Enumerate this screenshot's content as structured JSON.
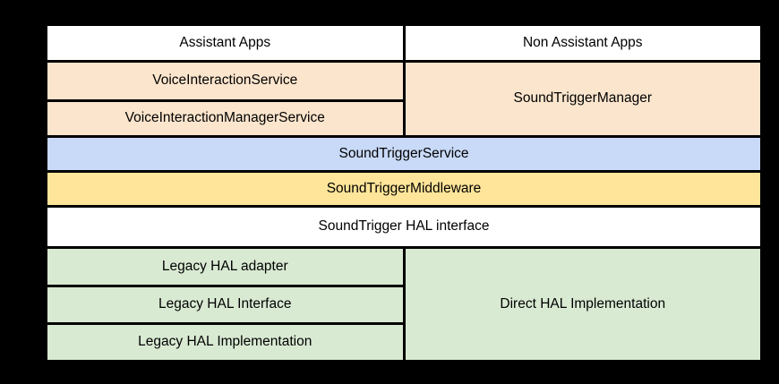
{
  "colors": {
    "background": "#000000",
    "grid_line": "#000000",
    "text": "#000000",
    "apps_layer": "#ffffff",
    "framework_layer": "#fce5cd",
    "service_layer": "#c9daf8",
    "middleware_layer": "#ffe599",
    "hal_interface_layer": "#ffffff",
    "hal_impl_layer": "#d9ead3"
  },
  "diagram": {
    "cells": {
      "assistant_apps": "Assistant Apps",
      "non_assistant_apps": "Non Assistant Apps",
      "voice_interaction_service": "VoiceInteractionService",
      "voice_interaction_manager_service": "VoiceInteractionManagerService",
      "sound_trigger_manager": "SoundTriggerManager",
      "sound_trigger_service": "SoundTriggerService",
      "sound_trigger_middleware": "SoundTriggerMiddleware",
      "sound_trigger_hal_interface": "SoundTrigger HAL interface",
      "legacy_hal_adapter": "Legacy HAL adapter",
      "legacy_hal_interface": "Legacy HAL Interface",
      "legacy_hal_implementation": "Legacy HAL Implementation",
      "direct_hal_implementation": "Direct HAL Implementation"
    }
  }
}
